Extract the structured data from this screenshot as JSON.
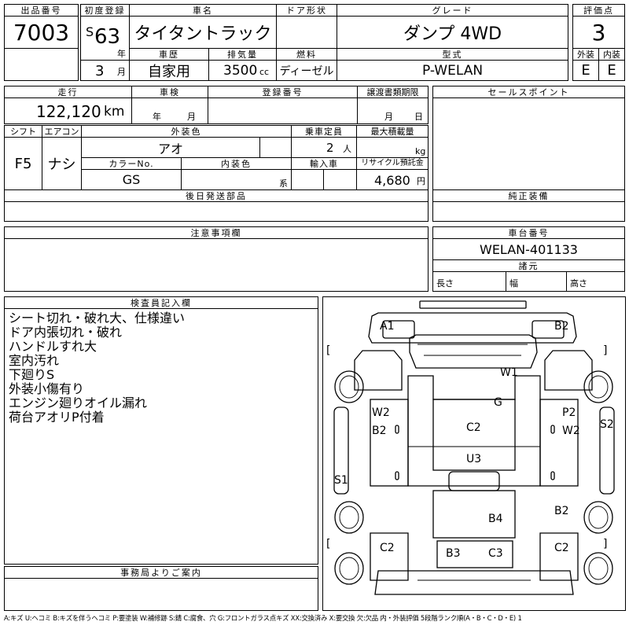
{
  "header": {
    "lot_no_label": "出品番号",
    "first_reg_label": "初度登録",
    "car_name_label": "車名",
    "door_label": "ドア形状",
    "grade_label": "グレード",
    "score_label": "評価点",
    "history_label": "車歴",
    "displacement_label": "排気量",
    "fuel_label": "燃料",
    "model_label": "型式",
    "ext_label": "外装",
    "int_label": "内装",
    "year_unit": "年",
    "month_unit": "月",
    "cc_unit": "cc"
  },
  "vehicle": {
    "lot_no": "7003",
    "era": "S",
    "year": "63",
    "month": "3",
    "car_name": "タイタントラック",
    "grade": "ダンプ 4WD",
    "score": "3",
    "history": "自家用",
    "displacement": "3500",
    "fuel": "ディーゼル",
    "model_code": "P-WELAN",
    "ext_grade": "E",
    "int_grade": "E"
  },
  "details": {
    "mileage_label": "走行",
    "inspection_label": "車検",
    "reg_no_label": "登録番号",
    "transfer_label": "譲渡書類期限",
    "mileage": "122,120",
    "km_unit": "km",
    "insp_year_unit": "年",
    "insp_month_unit": "月",
    "transfer_month_unit": "月",
    "transfer_day_unit": "日",
    "shift_label": "シフト",
    "ac_label": "エアコン",
    "ext_color_label": "外装色",
    "capacity_label": "乗車定員",
    "max_load_label": "最大積載量",
    "shift": "F5",
    "ac": "ナシ",
    "ext_color": "アオ",
    "capacity": "2",
    "capacity_unit": "人",
    "kg_unit": "kg",
    "color_no_label": "カラーNo.",
    "int_color_label": "内装色",
    "import_label": "輸入車",
    "recycle_label": "リサイクル預託金",
    "color_no": "GS",
    "int_color_unit": "系",
    "recycle_fee": "4,680",
    "yen_unit": "円",
    "later_parts_label": "後日発送部品"
  },
  "sales_point_label": "セールスポイント",
  "genuine_equip_label": "純正装備",
  "notes_label": "注意事項欄",
  "chassis": {
    "label": "車台番号",
    "number": "WELAN-401133",
    "specs_label": "諸元",
    "length_label": "長さ",
    "width_label": "幅",
    "height_label": "高さ"
  },
  "inspector": {
    "label": "検査員記入欄",
    "remarks": [
      "シート切れ・破れ大、仕様違い",
      "ドア内張切れ・破れ",
      "ハンドルすれ大",
      "室内汚れ",
      "下廻りS",
      "外装小傷有り",
      "エンジン廻りオイル漏れ",
      "荷台アオリP付着"
    ]
  },
  "office_label": "事務局よりご案内",
  "diagram": {
    "bracket_left": "[",
    "bracket_right": "]",
    "marks": {
      "a1": "A1",
      "b2_top": "B2",
      "w1": "W1",
      "g": "G",
      "w2_left": "W2",
      "b2_left": "B2",
      "c2_mid": "C2",
      "p2": "P2",
      "w2_right": "W2",
      "s2": "S2",
      "u3": "U3",
      "s1": "S1",
      "b4": "B4",
      "b2_lower_right": "B2",
      "c2_lower_left": "C2",
      "c2_lower_right": "C2",
      "b3": "B3",
      "c3": "C3"
    }
  },
  "legend": "A:キズ U:ヘコミ B:キズを伴うヘコミ P:要塗装 W:補修跡 S:錆 C:腐食、穴 G:フロントガラス点キズ XX:交換済み X:要交換 欠:欠品 内・外装評価 5段階ランク順(A・B・C・D・E) 1"
}
